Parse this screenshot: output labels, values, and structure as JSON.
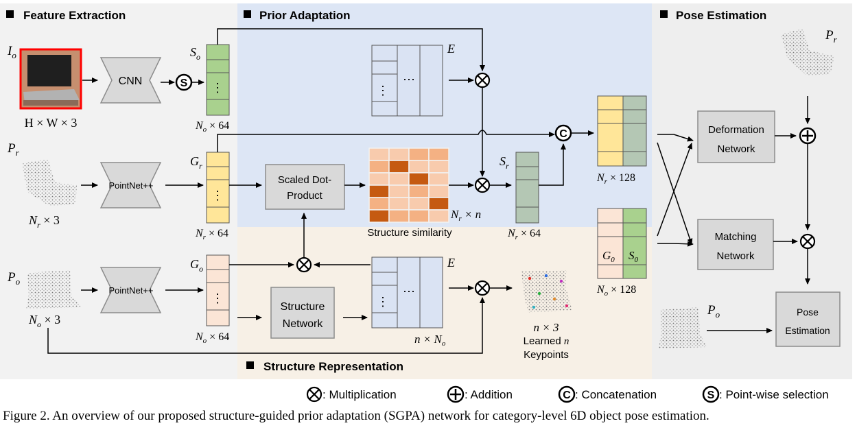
{
  "sections": {
    "feature_extraction": "Feature Extraction",
    "prior_adaptation": "Prior Adaptation",
    "structure_representation": "Structure Representation",
    "pose_estimation": "Pose Estimation"
  },
  "inputs": {
    "image_label": "I",
    "image_label_sub": "o",
    "image_dim": "H × W × 3",
    "prior_label": "P",
    "prior_label_sub": "r",
    "prior_dim": "N",
    "prior_dim_sub": "r",
    "prior_dim_tail": " × 3",
    "obs_label": "P",
    "obs_label_sub": "o",
    "obs_dim": "N",
    "obs_dim_sub": "o",
    "obs_dim_tail": " × 3"
  },
  "modules": {
    "cnn": "CNN",
    "pointnet_top": "PointNet++",
    "pointnet_bottom": "PointNet++",
    "scaled_dot_1": "Scaled Dot-",
    "scaled_dot_2": "Product",
    "structure_net_1": "Structure",
    "structure_net_2": "Network",
    "deformation_1": "Deformation",
    "deformation_2": "Network",
    "matching_1": "Matching",
    "matching_2": "Network",
    "pose_1": "Pose",
    "pose_2": "Estimation"
  },
  "features": {
    "so": "S",
    "so_sub": "o",
    "so_dim": "N",
    "so_dim_sub": "o",
    "so_dim_tail": " × 64",
    "gr": "G",
    "gr_sub": "r",
    "gr_dim": "N",
    "gr_dim_sub": "r",
    "gr_dim_tail": " × 64",
    "go": "G",
    "go_sub": "o",
    "go_dim": "N",
    "go_dim_sub": "o",
    "go_dim_tail": " × 64",
    "e_top": "E",
    "e_bottom": "E",
    "e_bottom_dim": "n × N",
    "e_bottom_dim_sub": "o",
    "similarity_dim": "N",
    "similarity_dim_sub": "r",
    "similarity_dim_tail": " × n",
    "similarity_caption": "Structure similarity",
    "sr": "S",
    "sr_sub": "r",
    "sr_dim": "N",
    "sr_dim_sub": "r",
    "sr_dim_tail": " × 64",
    "concat_dim": "N",
    "concat_dim_sub": "r",
    "concat_dim_tail": " × 128",
    "g0": "G",
    "g0_sub": "0",
    "s0": "S",
    "s0_sub": "0",
    "obs_feat_dim": "N",
    "obs_feat_dim_sub": "o",
    "obs_feat_dim_tail": " × 128",
    "keypoints_dim": "n × 3",
    "keypoints_1": "Learned ",
    "keypoints_n": "n",
    "keypoints_2": "Keypoints",
    "pose_pr": "P",
    "pose_pr_sub": "r",
    "pose_po": "P",
    "pose_po_sub": "o",
    "dots": "⋯",
    "vdots": "⋮"
  },
  "legend": {
    "multiplication": ": Multiplication",
    "addition": ": Addition",
    "concatenation": ": Concatenation",
    "selection": ": Point-wise selection",
    "select_symbol": "S",
    "concat_symbol": "C"
  },
  "caption": "Figure 2. An overview of our proposed structure-guided prior adaptation (SGPA) network for category-level 6D object pose estimation.",
  "colors": {
    "prior_bg": "#dde6f5",
    "structure_bg": "#f7f0e6",
    "left_bg": "#f2f2f2",
    "right_bg": "#eeeeee",
    "module_fill": "#d9d9d9",
    "green_feat": "#a9d18e",
    "yellow_feat": "#ffe699",
    "peach_feat": "#fbe5d6",
    "gray_green_feat": "#b4c7b4",
    "blue_matrix": "#dae3f3",
    "sim_light": "#f4b183",
    "sim_dark": "#c55a11",
    "sim_pale": "#f8cbad",
    "laptop_frame": "#ff0000"
  }
}
